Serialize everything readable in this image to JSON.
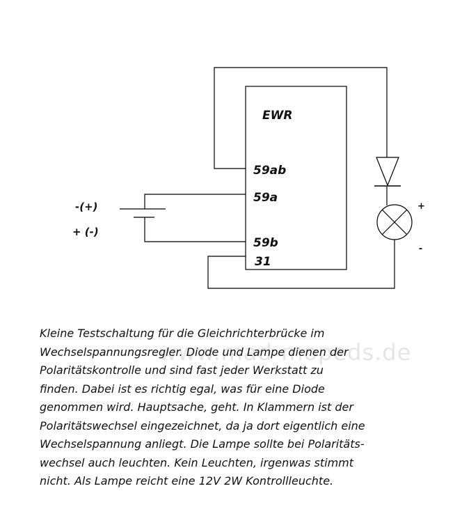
{
  "diagram": {
    "ewr_label": "EWR",
    "pins": {
      "p59ab": "59ab",
      "p59a": "59a",
      "p59b": "59b",
      "p31": "31"
    },
    "battery_polarity": {
      "top": "-(+)",
      "bottom": "+ (-)"
    },
    "lamp_polarity": {
      "plus": "+",
      "minus": "-"
    }
  },
  "watermark": "www.mad-mopeds.de",
  "description_lines": [
    "Kleine Testschaltung für die Gleichrichterbrücke im",
    "Wechselspannungsregler. Diode und Lampe dienen der",
    "Polaritätskontrolle und sind fast jeder Werkstatt zu",
    "finden. Dabei ist es richtig egal, was für eine Diode",
    "genommen wird. Hauptsache, geht. In Klammern ist der",
    "Polaritätswechsel eingezeichnet, da ja dort eigentlich eine",
    "Wechselspannung anliegt. Die Lampe sollte bei Polaritäts-",
    "wechsel auch leuchten. Kein Leuchten, irgenwas stimmt",
    "nicht. Als Lampe reicht eine 12V 2W Kontrollleuchte."
  ]
}
